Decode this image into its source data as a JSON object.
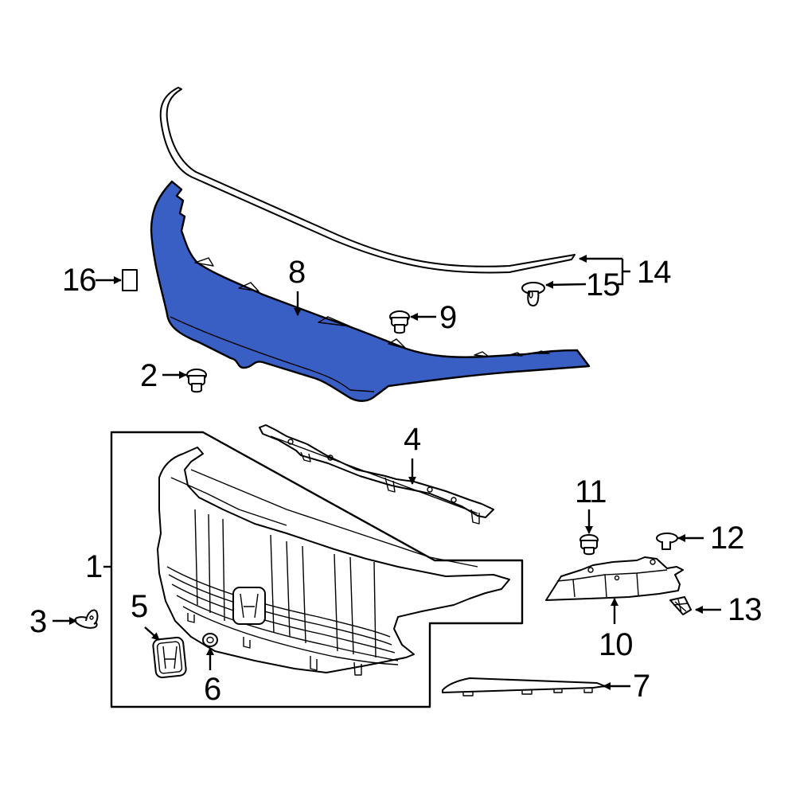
{
  "diagram": {
    "highlight_color": "#3a5fc4",
    "line_color": "#000000",
    "background": "#ffffff",
    "highlighted_part": "8"
  },
  "callouts": {
    "c1": "1",
    "c2": "2",
    "c3": "3",
    "c4": "4",
    "c5": "5",
    "c6": "6",
    "c7": "7",
    "c8": "8",
    "c9": "9",
    "c10": "10",
    "c11": "11",
    "c12": "12",
    "c13": "13",
    "c14": "14",
    "c15": "15",
    "c16": "16"
  }
}
